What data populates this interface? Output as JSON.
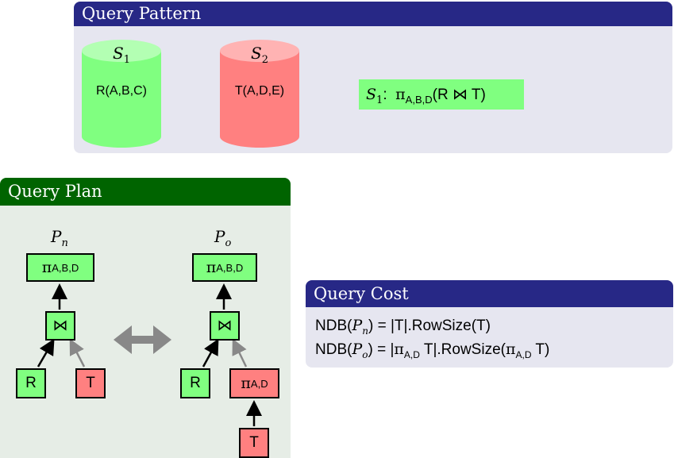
{
  "query_pattern": {
    "title": "Query Pattern",
    "sources": [
      {
        "name": "S",
        "index": "1",
        "relation": "R(A,B,C)",
        "color": "#80ff80"
      },
      {
        "name": "S",
        "index": "2",
        "relation": "T(A,D,E)",
        "color": "#ff8080"
      }
    ],
    "query": {
      "source": "S",
      "index": "1",
      "colon": ":",
      "pi": "π",
      "attrs": "A,B,D",
      "expr": "(R ⋈ T)"
    }
  },
  "query_plan": {
    "title": "Query Plan",
    "plan_n": {
      "label": "P",
      "sub": "n",
      "project_attrs": "A,B,D",
      "join": "⋈",
      "left": "R",
      "right": "T"
    },
    "plan_o": {
      "label": "P",
      "sub": "o",
      "project_attrs": "A,B,D",
      "join": "⋈",
      "left": "R",
      "inner_project_attrs": "A,D",
      "leaf": "T"
    },
    "pi": "π",
    "equivalence_icon": "double-arrow-icon"
  },
  "query_cost": {
    "title": "Query Cost",
    "line1": {
      "fn": "NDB",
      "p": "P",
      "sub": "n",
      "rhs": "= |T|.RowSize(T)"
    },
    "line2": {
      "fn": "NDB",
      "p": "P",
      "sub": "o",
      "rhs_start": "= |",
      "pi": "π",
      "attrs": "A,D",
      "mid": " T|.RowSize(",
      "pi2": "π",
      "attrs2": "A,D",
      "end": " T)"
    }
  },
  "colors": {
    "blue_header": "#272886",
    "green_header": "#006400",
    "green": "#80ff80",
    "red": "#ff8080"
  }
}
